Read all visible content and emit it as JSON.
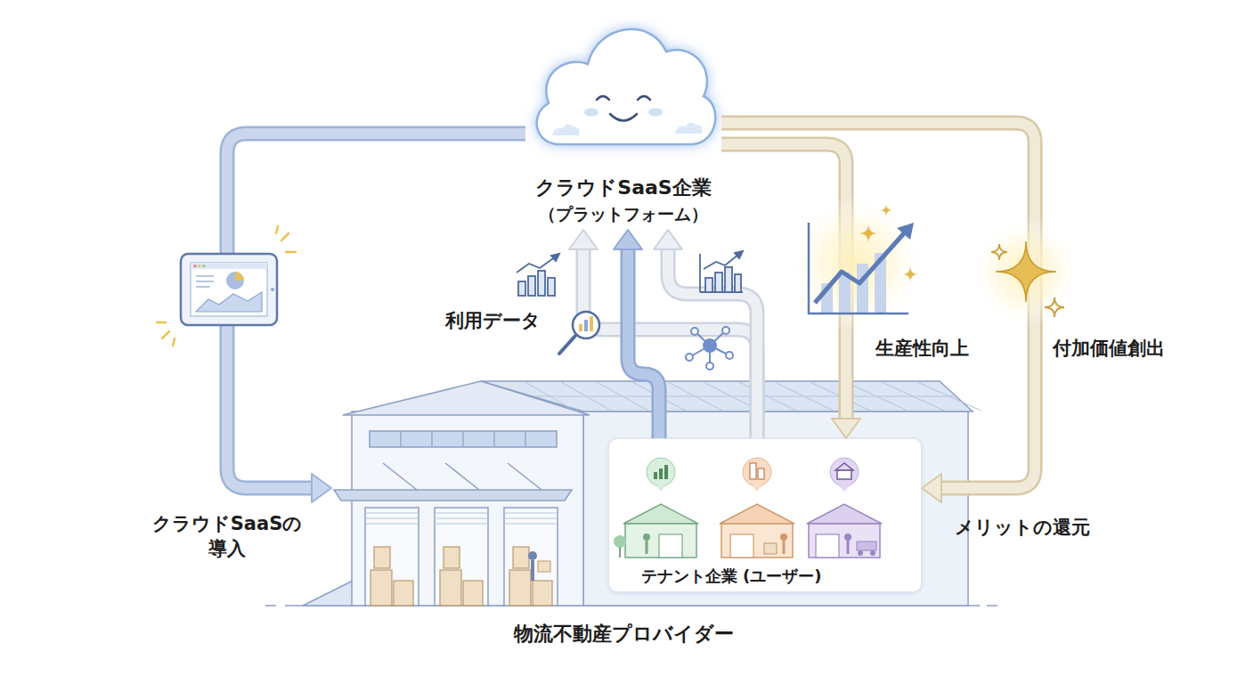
{
  "diagram": {
    "nodes": [
      {
        "text": [
          "クラウドSaaS企業",
          "（プラットフォーム）"
        ]
      },
      {
        "text": [
          "物流不動産プロバイダー"
        ]
      },
      {
        "text": [
          "テナント企業 (ユーザー)"
        ],
        "in": 1
      }
    ],
    "edges": [
      {
        "from": 0,
        "to": 1,
        "arrow": "to",
        "label": "クラウドSaaSの 導入"
      },
      {
        "from": 2,
        "to": 0,
        "arrow": "to"
      },
      {
        "from": 2,
        "to": 0,
        "arrow": "to",
        "label": "利用データ"
      },
      {
        "from": 2,
        "to": 0,
        "arrow": "to"
      },
      {
        "from": 0,
        "to": 2,
        "arrow": "to",
        "label": "生産性向上"
      },
      {
        "from": 0,
        "to": 2,
        "arrow": "to",
        "label": "メリットの還元"
      }
    ],
    "labels": [
      "付加価値創出"
    ]
  }
}
